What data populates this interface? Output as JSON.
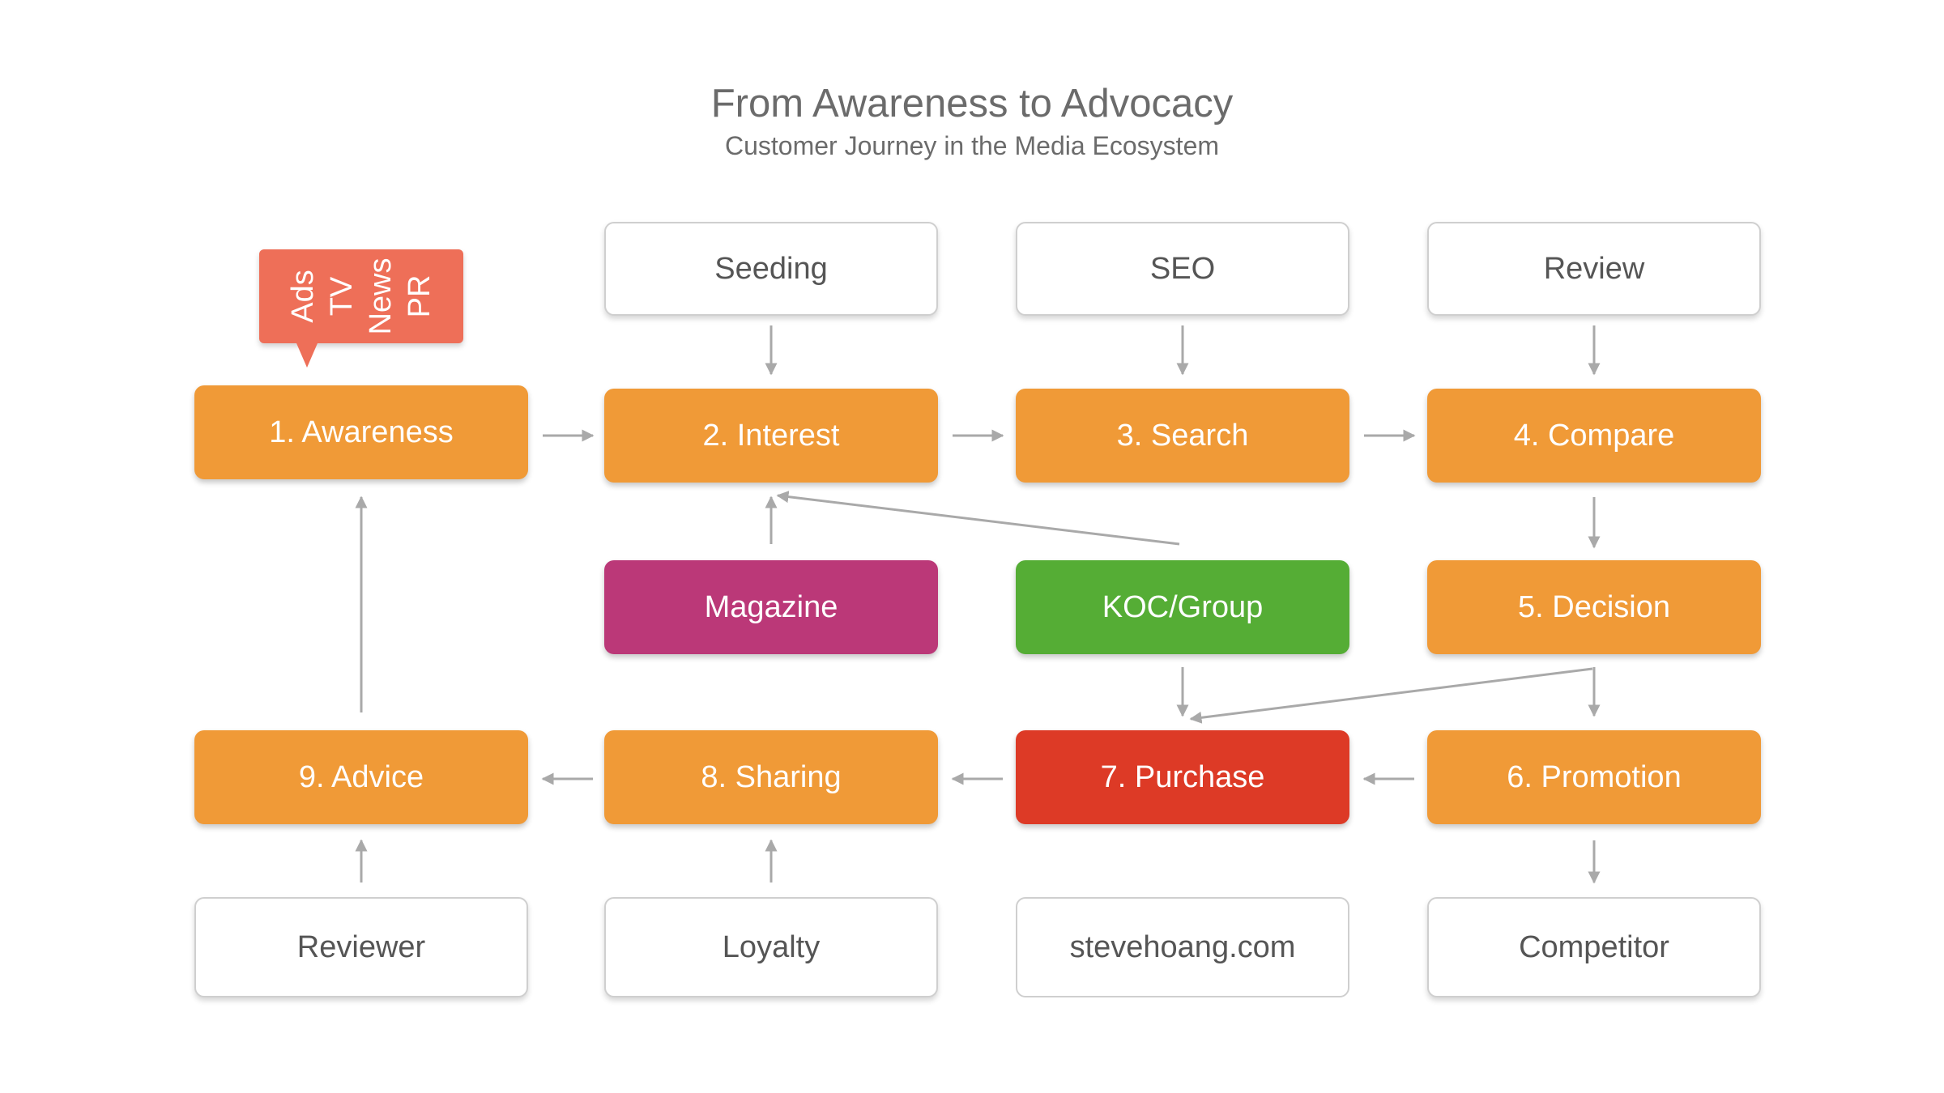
{
  "title": "From Awareness to Advocacy",
  "subtitle": "Customer Journey in the Media Ecosystem",
  "callout": {
    "words": [
      "Ads",
      "TV",
      "News",
      "PR"
    ],
    "color": "#ee6f58"
  },
  "stages": {
    "awareness": "1. Awareness",
    "interest": "2. Interest",
    "search": "3. Search",
    "compare": "4. Compare",
    "decision": "5. Decision",
    "promotion": "6. Promotion",
    "purchase": "7. Purchase",
    "sharing": "8. Sharing",
    "advice": "9. Advice"
  },
  "channels": {
    "magazine": "Magazine",
    "koc_group": "KOC/Group"
  },
  "touchpoints": {
    "seeding": "Seeding",
    "seo": "SEO",
    "review": "Review",
    "reviewer": "Reviewer",
    "loyalty": "Loyalty",
    "website": "stevehoang.com",
    "competitor": "Competitor"
  },
  "colors": {
    "stage": "#f09a37",
    "magazine": "#bb3878",
    "koc_group": "#55ad35",
    "purchase": "#dd3a26",
    "arrow": "#a9a9a9"
  }
}
